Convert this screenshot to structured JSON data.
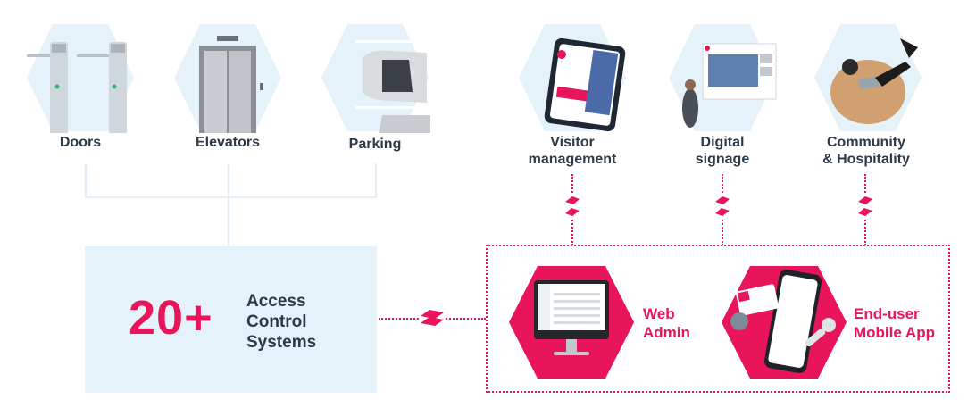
{
  "top_left": [
    {
      "label": "Doors",
      "icon": "turnstile-icon"
    },
    {
      "label": "Elevators",
      "icon": "elevator-icon"
    },
    {
      "label": "Parking",
      "icon": "parking-car-icon"
    }
  ],
  "top_right": [
    {
      "label": "Visitor\nmanagement",
      "icon": "tablet-visitor-icon"
    },
    {
      "label": "Digital\nsignage",
      "icon": "signage-screen-icon"
    },
    {
      "label": "Community\n& Hospitality",
      "icon": "lounge-person-icon"
    }
  ],
  "access": {
    "count": "20+",
    "text": "Access\nControl\nSystems"
  },
  "products": {
    "web_admin": "Web\nAdmin",
    "mobile_app": "End-user\nMobile App"
  },
  "colors": {
    "brand_pink": "#e8155a",
    "light_blue": "#e6f2fa",
    "dark_text": "#2d3a48"
  }
}
